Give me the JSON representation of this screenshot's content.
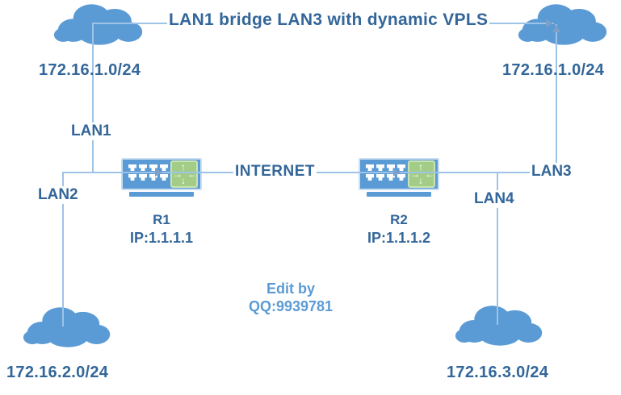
{
  "title": "LAN1 bridge LAN3 with dynamic VPLS",
  "internet_label": "INTERNET",
  "subnets": {
    "top_left": "172.16.1.0/24",
    "top_right": "172.16.1.0/24",
    "bottom_left": "172.16.2.0/24",
    "bottom_right": "172.16.3.0/24"
  },
  "lans": {
    "lan1": "LAN1",
    "lan2": "LAN2",
    "lan3": "LAN3",
    "lan4": "LAN4"
  },
  "routers": [
    {
      "name": "R1",
      "ip": "IP:1.1.1.1"
    },
    {
      "name": "R2",
      "ip": "IP:1.1.1.2"
    }
  ],
  "watermark": {
    "line1": "Edit by",
    "line2": "QQ:9939781"
  },
  "icons": {
    "cloud": "cloud-icon",
    "router": "router-icon",
    "routing_arrows": "routing-arrows-icon",
    "port": "ethernet-port-icon",
    "arrowhead": "connector-arrowhead-icon"
  },
  "colors": {
    "node_blue": "#5B9BD5",
    "line_blue": "#9DC3E6",
    "text_dark": "#336699",
    "watermark_blue": "#5B9BD5",
    "green_panel": "#A3CD86",
    "arrowhead": "#7E9FC7"
  }
}
